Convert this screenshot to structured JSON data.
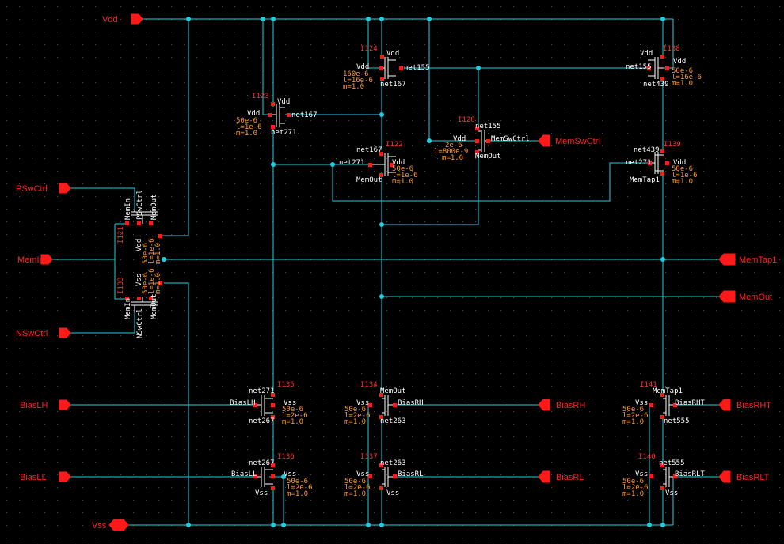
{
  "pins": [
    {
      "id": "vdd",
      "label": "Vdd"
    },
    {
      "id": "pswctrl",
      "label": "PSwCtrl"
    },
    {
      "id": "memin",
      "label": "MemIn"
    },
    {
      "id": "nswctrl",
      "label": "NSwCtrl"
    },
    {
      "id": "biaslh",
      "label": "BiasLH"
    },
    {
      "id": "biasll",
      "label": "BiasLL"
    },
    {
      "id": "vss",
      "label": "Vss"
    },
    {
      "id": "memswctrl",
      "label": "MemSwCtrl"
    },
    {
      "id": "memtap1",
      "label": "MemTap1"
    },
    {
      "id": "memout",
      "label": "MemOut"
    },
    {
      "id": "biasrh",
      "label": "BiasRH"
    },
    {
      "id": "biasrl",
      "label": "BiasRL"
    },
    {
      "id": "biasrht",
      "label": "BiasRHT"
    },
    {
      "id": "biasrlt",
      "label": "BiasRLT"
    }
  ],
  "instances": [
    {
      "id": "I124",
      "name": "I124",
      "labels": [
        "Vdd",
        "Vdd",
        "net155",
        "net167"
      ],
      "params": [
        "160e-6",
        "l=16e-6",
        "m=1.0"
      ]
    },
    {
      "id": "I138",
      "name": "I138",
      "labels": [
        "Vdd",
        "net155",
        "Vdd",
        "net439"
      ],
      "params": [
        "50e-6",
        "l=16e-6",
        "m=1.0"
      ]
    },
    {
      "id": "I123",
      "name": "I123",
      "labels": [
        "Vdd",
        "Vdd",
        "net167",
        "net271"
      ],
      "params": [
        "50e-6",
        "l=1e-6",
        "m=1.0"
      ]
    },
    {
      "id": "I128",
      "name": "I128",
      "labels": [
        "net155",
        "Vdd",
        "MemSwCtrl",
        "MemOut"
      ],
      "params": [
        "2e-6",
        "l=800e-9",
        "m=1.0"
      ]
    },
    {
      "id": "I122",
      "name": "I122",
      "labels": [
        "net167",
        "net271",
        "Vdd",
        "MemOut"
      ],
      "params": [
        "50e-6",
        "l=1e-6",
        "m=1.0"
      ]
    },
    {
      "id": "I139",
      "name": "I139",
      "labels": [
        "net439",
        "net271",
        "Vdd",
        "MemTap1"
      ],
      "params": [
        "50e-6",
        "l=1e-6",
        "m=1.0"
      ]
    },
    {
      "id": "I121",
      "name": "I121",
      "labels": [
        "MemIn",
        "PSwCtrl",
        "MemOut",
        "Vdd"
      ],
      "params": [
        "50e-6",
        "l=1e-6",
        "m=1.0"
      ]
    },
    {
      "id": "I133",
      "name": "I133",
      "labels": [
        "MemIn",
        "NSwCtrl",
        "MemOut",
        "Vss"
      ],
      "params": [
        "50e-6",
        "l=1e-6",
        "m=1.0"
      ]
    },
    {
      "id": "I135",
      "name": "I135",
      "labels": [
        "net271",
        "BiasLH",
        "Vss",
        "net267"
      ],
      "params": [
        "50e-6",
        "l=2e-6",
        "m=1.0"
      ]
    },
    {
      "id": "I134",
      "name": "I134",
      "labels": [
        "MemOut",
        "Vss",
        "BiasRH",
        "net263"
      ],
      "params": [
        "50e-6",
        "l=2e-6",
        "m=1.0"
      ]
    },
    {
      "id": "I141",
      "name": "I141",
      "labels": [
        "MemTap1",
        "Vss",
        "BiasRHT",
        "net555"
      ],
      "params": [
        "50e-6",
        "l=2e-6",
        "m=1.0"
      ]
    },
    {
      "id": "I136",
      "name": "I136",
      "labels": [
        "net267",
        "BiasLL",
        "Vss",
        "Vss"
      ],
      "params": [
        "50e-6",
        "l=2e-6",
        "m=1.0"
      ]
    },
    {
      "id": "I137",
      "name": "I137",
      "labels": [
        "net263",
        "Vss",
        "BiasRL",
        "Vss"
      ],
      "params": [
        "50e-6",
        "l=2e-6",
        "m=1.0"
      ]
    },
    {
      "id": "I140",
      "name": "I140",
      "labels": [
        "net555",
        "Vss",
        "BiasRLT",
        "Vss"
      ],
      "params": [
        "50e-6",
        "l=2e-6",
        "m=1.0"
      ]
    }
  ],
  "colors": {
    "background": "#000000",
    "grid": "#4a4a4a",
    "wire": "#1ecfe0",
    "device": "#ffffff",
    "pin": "#ff1a1a",
    "instance_name": "#ff3030",
    "terminal_label": "#ffffff",
    "parameter": "#ff9933"
  }
}
